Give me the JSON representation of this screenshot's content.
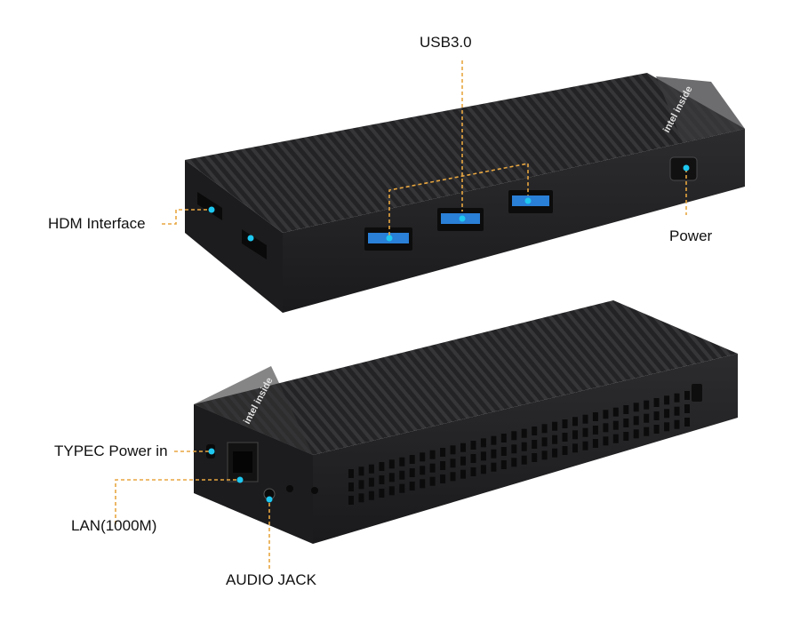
{
  "labels": {
    "usb": "USB3.0",
    "hdmi": "HDM Interface",
    "power": "Power",
    "typec": "TYPEC Power in",
    "lan": "LAN(1000M)",
    "audio": "AUDIO JACK"
  },
  "logo_text": "intel inside",
  "colors": {
    "callout": "#e8a640",
    "port_dot": "#1ec8f0",
    "usb_blue": "#2a7fd6",
    "body_dark": "#1c1c1e",
    "body_side": "#2a2a2c"
  }
}
